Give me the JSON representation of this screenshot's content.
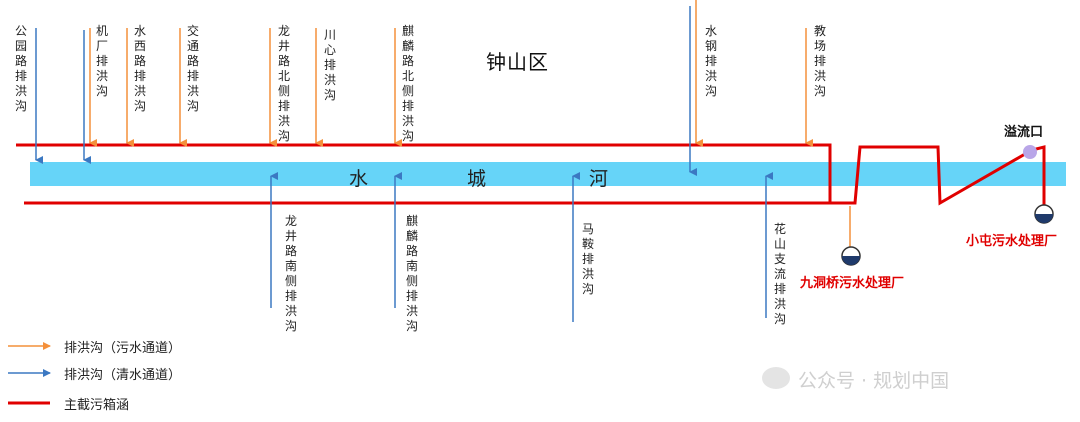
{
  "district": "钟山区",
  "river": {
    "name_chars": [
      "水",
      "城",
      "河"
    ],
    "color": "#66d4f8"
  },
  "colors": {
    "sewage_channel": "#f4903a",
    "clear_channel": "#3b78c2",
    "main_interceptor": "#e00000",
    "outfall": "#b9a6e8"
  },
  "north_channels": [
    {
      "label": "公园路排洪沟",
      "type": "clear"
    },
    {
      "label": "机厂排洪沟",
      "type": "sewage"
    },
    {
      "label": "机厂排洪沟",
      "type": "clear"
    },
    {
      "label": "水西路排洪沟",
      "type": "sewage"
    },
    {
      "label": "交通路排洪沟",
      "type": "sewage"
    },
    {
      "label": "龙井路北侧排洪沟",
      "type": "sewage"
    },
    {
      "label": "川心排洪沟",
      "type": "sewage"
    },
    {
      "label": "麒麟路北侧排洪沟",
      "type": "sewage"
    },
    {
      "label": "水钢排洪沟",
      "type": "sewage"
    },
    {
      "label": "水钢排洪沟",
      "type": "clear"
    },
    {
      "label": "教场排洪沟",
      "type": "sewage"
    }
  ],
  "south_channels": [
    {
      "label": "龙井路南侧排洪沟",
      "type": "clear"
    },
    {
      "label": "麒麟路南侧排洪沟",
      "type": "clear"
    },
    {
      "label": "马鞍排洪沟",
      "type": "clear"
    },
    {
      "label": "花山支流排洪沟",
      "type": "clear"
    }
  ],
  "plants": {
    "jiudongqiao": "九洞桥污水处理厂",
    "xiaotun": "小屯污水处理厂"
  },
  "outfall": "溢流口",
  "legend": [
    {
      "label": "排洪沟（污水通道）",
      "kind": "sewage-arrow"
    },
    {
      "label": "排洪沟（清水通道）",
      "kind": "clear-arrow"
    },
    {
      "label": "主截污箱涵",
      "kind": "main-line"
    }
  ],
  "watermark": "公众号 · 规划中国"
}
